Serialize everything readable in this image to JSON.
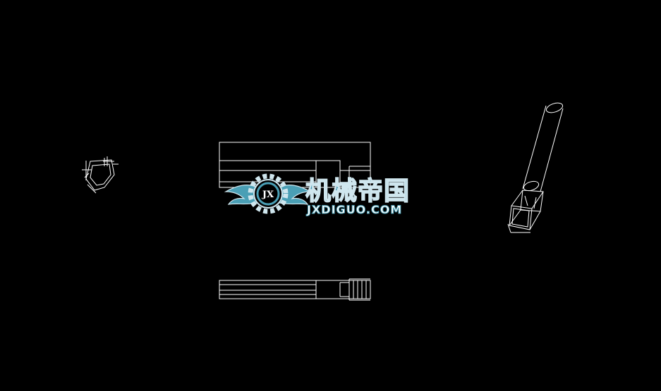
{
  "colors": {
    "background": "#000000",
    "linework": "#ffffff",
    "watermark_teal": "#4a9fb5",
    "watermark_light": "#cfe6ee",
    "watermark_text_fill": "#3d93ad",
    "watermark_en_fill": "#ffffff"
  },
  "watermark": {
    "cn_text": "机械帝国",
    "en_text": "JXDIGUO.COM",
    "emblem_text": "JX",
    "icon": "gear-wings-logo-icon"
  },
  "views": {
    "detail": "section-detail-view",
    "front": "front-view",
    "top": "top-view",
    "iso": "isometric-view"
  }
}
